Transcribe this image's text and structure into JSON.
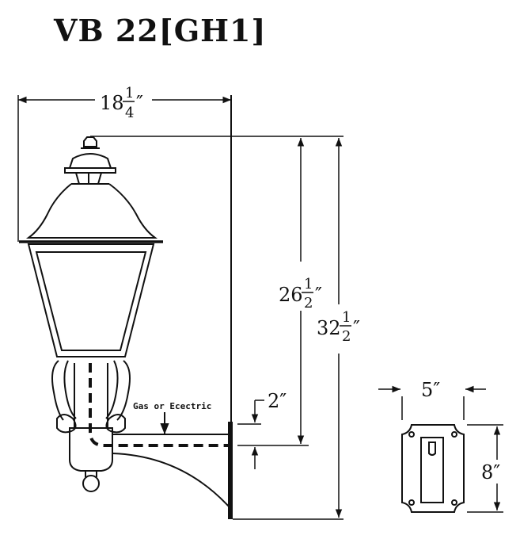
{
  "title": "VB 22[GH1]",
  "labels": {
    "note": "Gas or Ecectric"
  },
  "dimensions": {
    "width_whole": "18",
    "width_num": "1",
    "width_den": "4",
    "height_lamp_whole": "26",
    "height_lamp_num": "1",
    "height_lamp_den": "2",
    "height_total_whole": "32",
    "height_total_num": "1",
    "height_total_den": "2",
    "arm_offset": "2″",
    "plate_width": "5″",
    "plate_height": "8″",
    "inch_mark": "″"
  }
}
